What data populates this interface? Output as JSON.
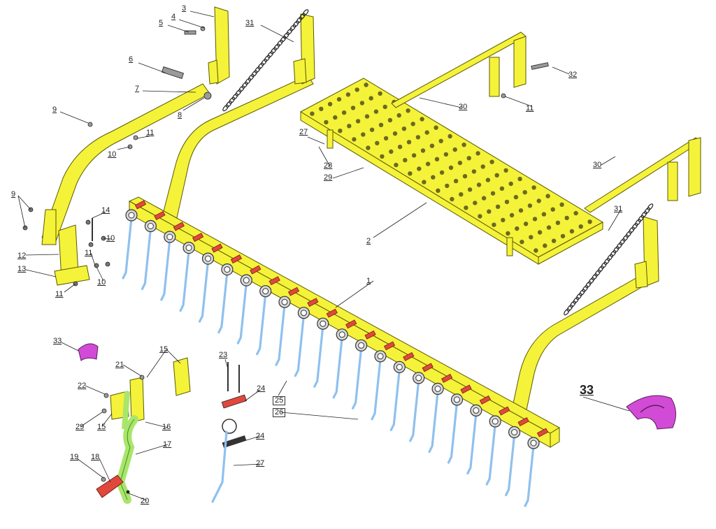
{
  "diagram": {
    "colors": {
      "frame": "#f5f23a",
      "frame_stroke": "#5a5a00",
      "tine": "#8fc1ee",
      "tine_stroke": "#3d79b8",
      "red_part": "#e0483c",
      "green_part": "#a8e66b",
      "magenta_part": "#d24bd6",
      "line": "#222222"
    },
    "callouts": {
      "n1": "1",
      "n2": "2",
      "n3": "3",
      "n4": "4",
      "n5": "5",
      "n6": "6",
      "n7": "7",
      "n8": "8",
      "n9a": "9",
      "n9b": "9",
      "n10a": "10",
      "n10b": "10",
      "n10c": "10",
      "n11a": "11",
      "n11b": "11",
      "n11c": "11",
      "n11d": "11",
      "n12": "12",
      "n13": "13",
      "n14": "14",
      "n15a": "15",
      "n15b": "15",
      "n16": "16",
      "n17": "17",
      "n18": "18",
      "n19": "19",
      "n20": "20",
      "n21": "21",
      "n22": "22",
      "n23": "23",
      "n24a": "24",
      "n24b": "24",
      "n25": "25",
      "n26": "26",
      "n27a": "27",
      "n27b": "27",
      "n28": "28",
      "n29a": "29",
      "n29b": "29",
      "n30a": "30",
      "n30b": "30",
      "n31a": "31",
      "n31b": "31",
      "n32": "32",
      "n33a": "33",
      "n33b": "33"
    }
  }
}
